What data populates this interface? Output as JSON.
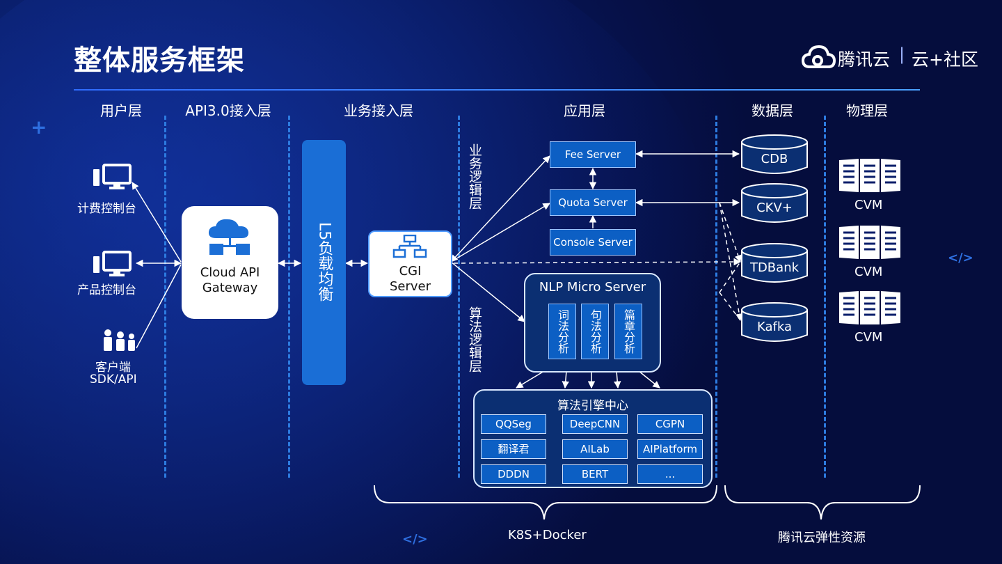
{
  "title": "整体服务框架",
  "logo": {
    "brand": "腾讯云",
    "divider": "|",
    "community": "云+社区"
  },
  "layers": [
    "用户层",
    "API3.0接入层",
    "业务接入层",
    "应用层",
    "数据层",
    "物理层"
  ],
  "clients": [
    "计费控制台",
    "产品控制台",
    "客户端",
    "SDK/API"
  ],
  "gateway": {
    "line1": "Cloud API",
    "line2": "Gateway"
  },
  "lb_label": "L5负载均衡",
  "cgi": {
    "line1": "CGI",
    "line2": "Server"
  },
  "side_labels": {
    "business": "业务逻辑层",
    "algorithm": "算法逻辑层"
  },
  "servers": {
    "fee": "Fee Server",
    "quota": "Quota Server",
    "console": "Console Server"
  },
  "nlp": {
    "title": "NLP Micro Server",
    "modules": [
      "词法分析",
      "句法分析",
      "篇章分析"
    ]
  },
  "engine": {
    "title": "算法引擎中心",
    "items": [
      "QQSeg",
      "DeepCNN",
      "CGPN",
      "翻译君",
      "AILab",
      "AIPlatform",
      "DDDN",
      "BERT",
      "..."
    ]
  },
  "databases": [
    "CDB",
    "CKV+",
    "TDBank",
    "Kafka"
  ],
  "cvm_label": "CVM",
  "brackets": {
    "k8s": "K8S+Docker",
    "elastic": "腾讯云弹性资源"
  },
  "code_glyph": "</>",
  "plus_glyph": "+"
}
